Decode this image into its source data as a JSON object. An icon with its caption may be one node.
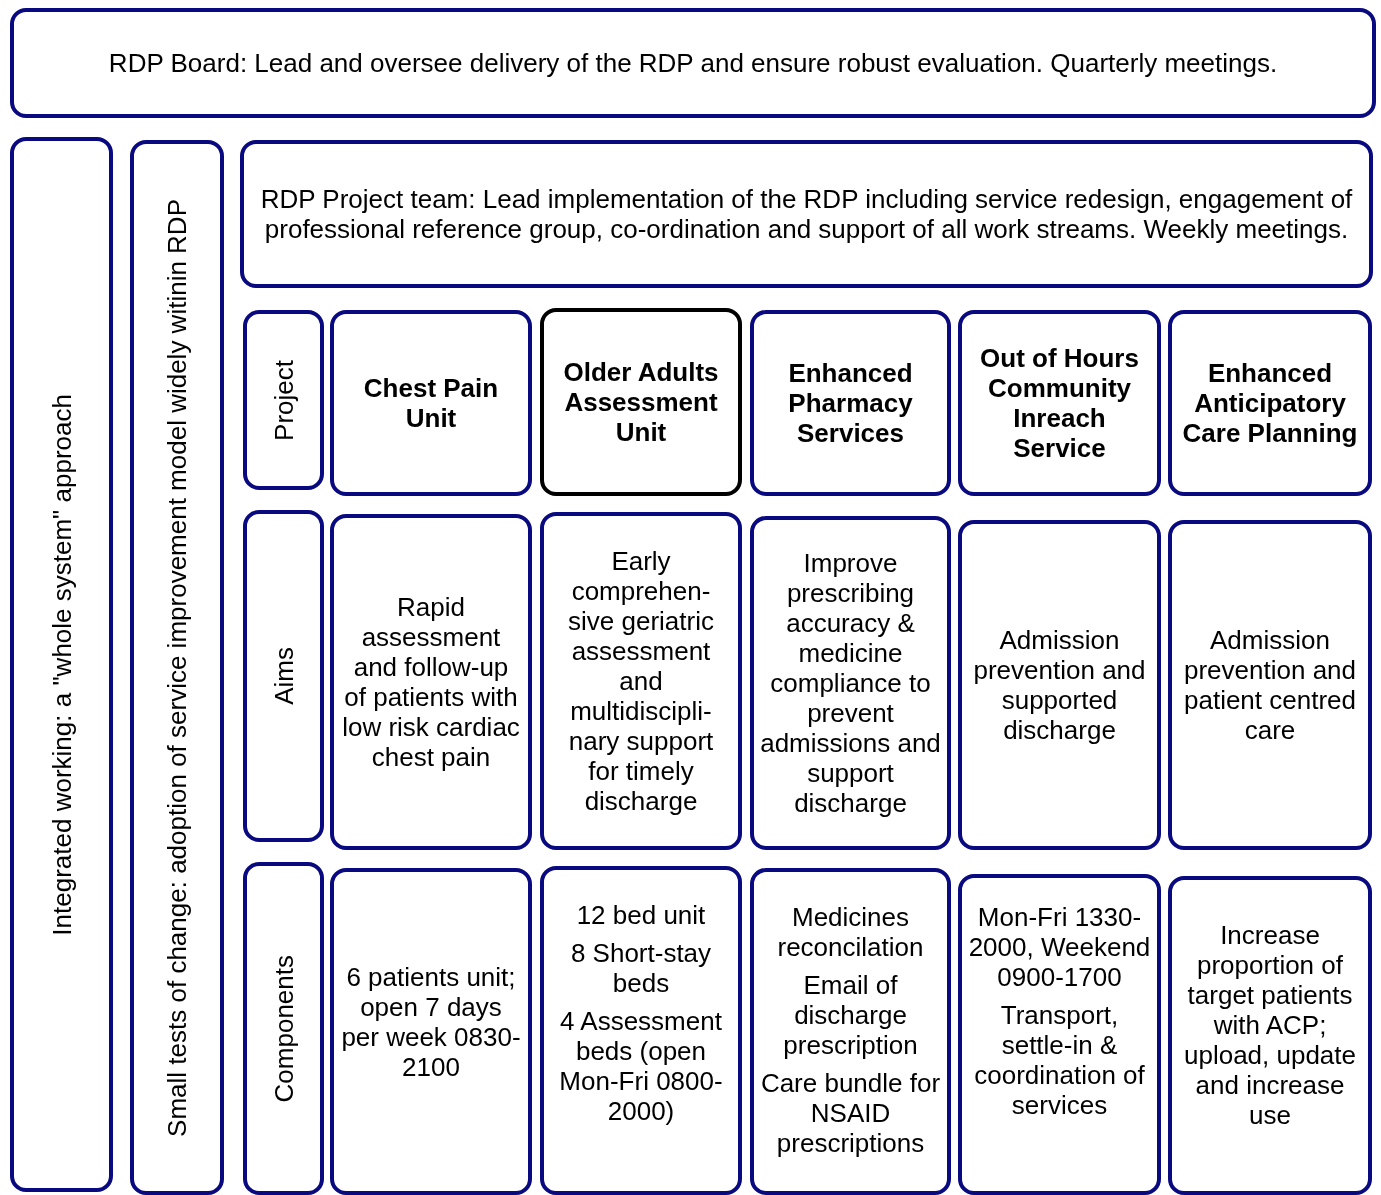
{
  "diagram": {
    "nodes": [
      {
        "text": [
          "RDP Board: Lead and oversee delivery of the RDP and ensure robust evaluation. Quarterly meetings."
        ]
      },
      {
        "text": [
          "Integrated working: a \"whole system\" approach"
        ]
      },
      {
        "text": [
          "Small tests of change: adoption of service improvement model widely witinin RDP"
        ]
      },
      {
        "text": [
          "RDP Project team: Lead implementation of the RDP including service redesign, engagement of professional reference group, co-ordination and support of all work streams. Weekly meetings."
        ]
      },
      {
        "text": [
          "Project"
        ]
      },
      {
        "text": [
          "Chest Pain Unit"
        ]
      },
      {
        "text": [
          "Older Adults Assessment Unit"
        ]
      },
      {
        "text": [
          "Enhanced Pharmacy Services"
        ]
      },
      {
        "text": [
          "Out of Hours Community Inreach Service"
        ]
      },
      {
        "text": [
          "Enhanced Anticipatory Care Planning"
        ]
      },
      {
        "text": [
          "Aims"
        ]
      },
      {
        "text": [
          "Rapid assessment and follow-up of patients with low risk cardiac chest pain"
        ]
      },
      {
        "text": [
          "Early comprehen-sive geriatric assessment and multidiscipli-nary support for timely discharge"
        ]
      },
      {
        "text": [
          "Improve prescribing accuracy & medicine compliance to prevent admissions and support discharge"
        ]
      },
      {
        "text": [
          "Admission prevention and supported discharge"
        ]
      },
      {
        "text": [
          "Admission prevention and patient centred care"
        ]
      },
      {
        "text": [
          "Components"
        ]
      },
      {
        "text": [
          "6 patients unit; open 7 days per week 0830-2100"
        ]
      },
      {
        "text": [
          "12 bed unit",
          "8 Short-stay beds",
          "4 Assessment beds (open Mon-Fri 0800-2000)"
        ]
      },
      {
        "text": [
          "Medicines reconcilation",
          "Email of discharge prescription",
          "Care bundle for NSAID prescriptions"
        ]
      },
      {
        "text": [
          "Mon-Fri 1330-2000, Weekend 0900-1700",
          "Transport, settle-in & coordination of services"
        ]
      },
      {
        "text": [
          "Increase proportion of target patients with ACP; upload, update and increase use"
        ]
      }
    ]
  }
}
